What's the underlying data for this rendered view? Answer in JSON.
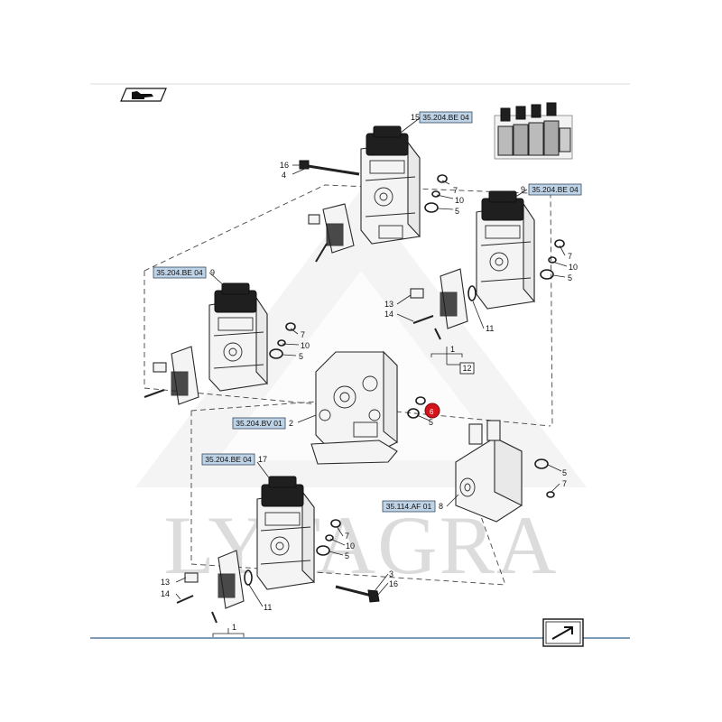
{
  "watermark": {
    "text": "LYTAGRA"
  },
  "references": {
    "top_module": "35.204.BE 04",
    "right_module": "35.204.BE 04",
    "left_module": "35.204.BE 04",
    "bottom_module": "35.204.BE 04",
    "center_body": "35.204.BV 01",
    "end_cover": "35.114.AF 01"
  },
  "callouts": {
    "top": {
      "module": "15",
      "bolt": "16",
      "stud": "4",
      "oring_a": "7",
      "oring_b": "10",
      "oring_c": "5"
    },
    "right": {
      "module": "9",
      "oring_a": "7",
      "oring_b": "10",
      "oring_c": "5",
      "screw": "13",
      "pin": "14",
      "gasket": "11",
      "group": "1",
      "assembly": "12"
    },
    "left": {
      "module": "9",
      "oring_a": "7",
      "oring_b": "10",
      "oring_c": "5"
    },
    "center": {
      "body": "2",
      "highlighted": "6",
      "oring": "5"
    },
    "end_cover": {
      "cover": "8",
      "oring_a": "5",
      "oring_b": "7"
    },
    "bottom": {
      "module": "17",
      "oring_a": "7",
      "oring_b": "10",
      "oring_c": "5",
      "screw": "13",
      "pin": "14",
      "gasket": "11",
      "stud": "3",
      "nut": "16",
      "group": "1"
    }
  },
  "colors": {
    "highlight": "#d4141b",
    "ref_fill": "#bfd3e6",
    "line": "#2a2a2a"
  },
  "icons": {
    "top_left": "hand-pointer-icon",
    "bottom_right": "arrow-navigate-icon"
  }
}
